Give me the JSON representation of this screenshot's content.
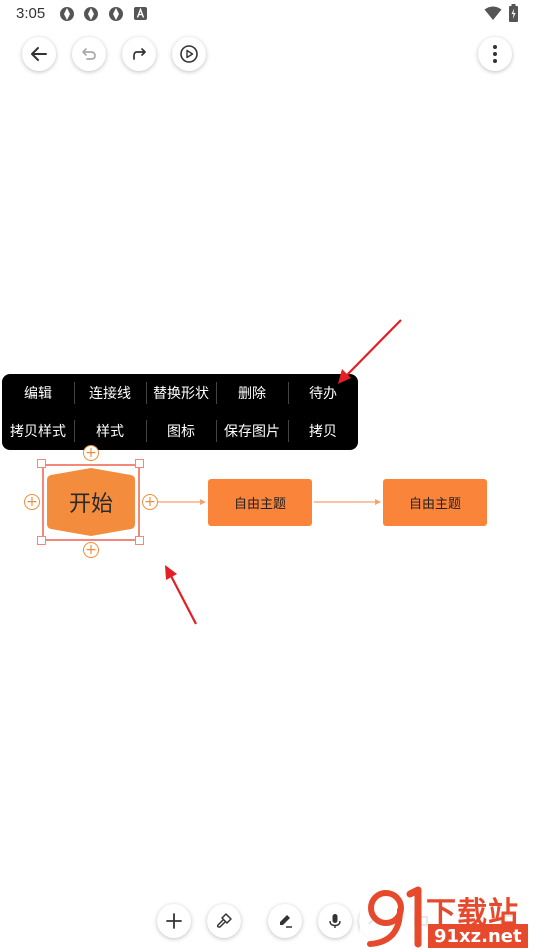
{
  "status_bar": {
    "time": "3:05"
  },
  "context_menu": {
    "row1": [
      "编辑",
      "连接线",
      "替换形状",
      "删除",
      "待办"
    ],
    "row2": [
      "拷贝样式",
      "样式",
      "图标",
      "保存图片",
      "拷贝"
    ]
  },
  "mindmap": {
    "root": "开始",
    "topics": [
      "自由主题",
      "自由主题"
    ]
  },
  "watermark": {
    "top": "下载站",
    "bottom": "91xz.net"
  },
  "colors": {
    "accent": "#fb843b",
    "selection": "#f2877a",
    "arrow": "#e31e24"
  }
}
